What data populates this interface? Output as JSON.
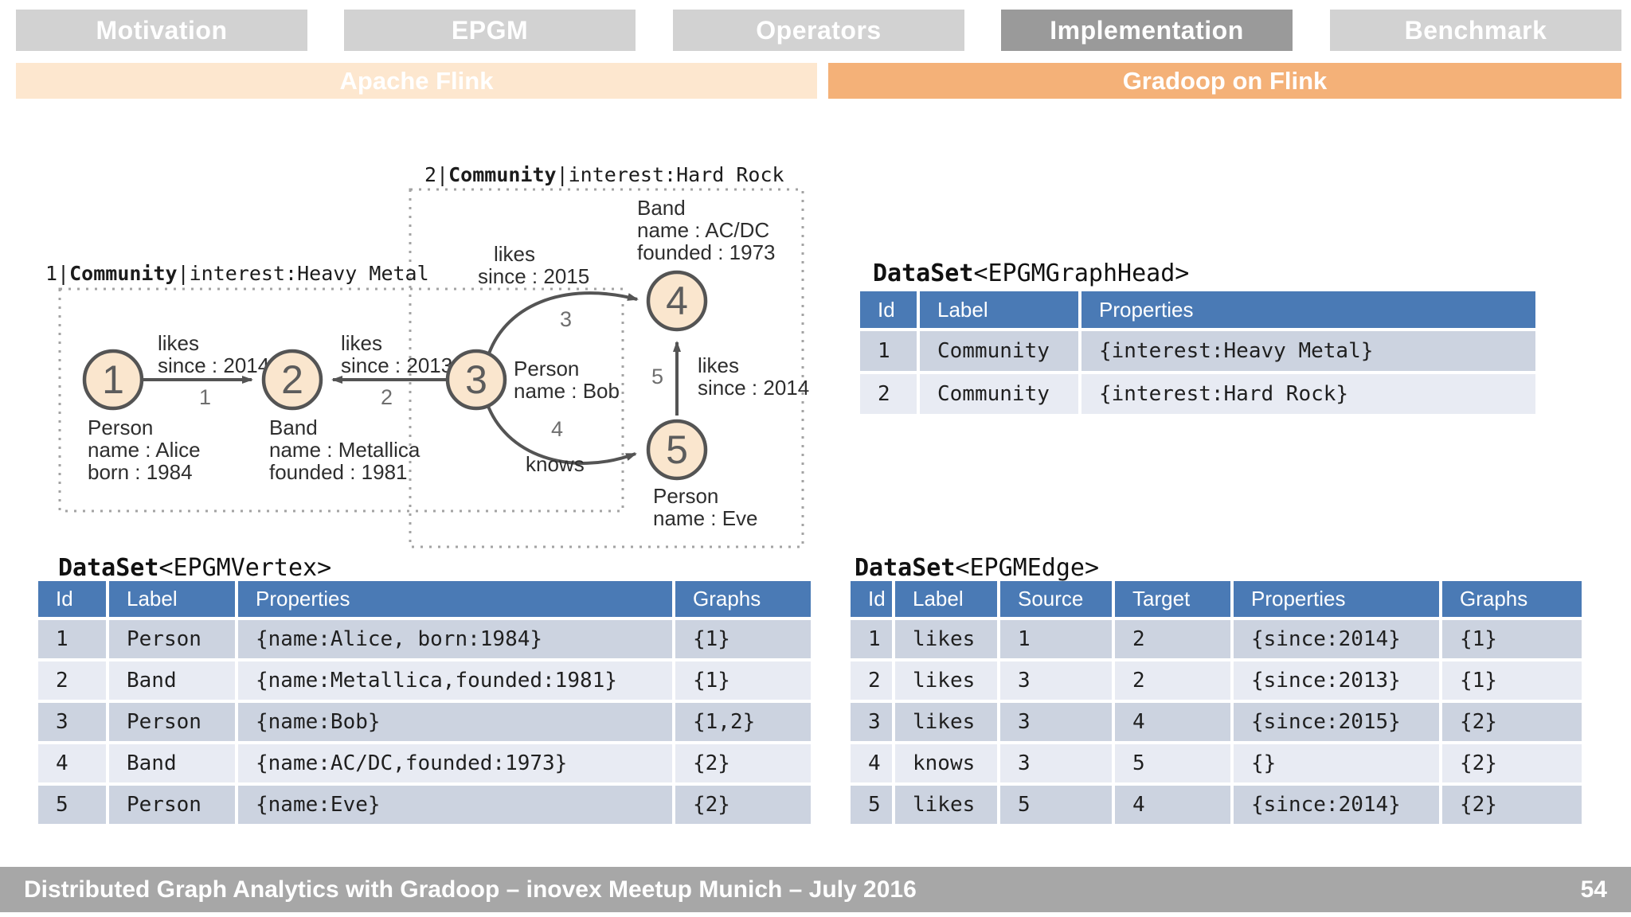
{
  "tabs": {
    "items": [
      {
        "label": "Motivation",
        "active": false
      },
      {
        "label": "EPGM",
        "active": false
      },
      {
        "label": "Operators",
        "active": false
      },
      {
        "label": "Implementation",
        "active": true
      },
      {
        "label": "Benchmark",
        "active": false
      }
    ]
  },
  "subtabs": {
    "left": {
      "label": "Apache Flink",
      "active": false
    },
    "right": {
      "label": "Gradoop on Flink",
      "active": true
    }
  },
  "colors": {
    "tab_inactive": "#d2d2d2",
    "tab_active": "#9a9a9a",
    "subbar_inactive": "#fde7cf",
    "subbar_active": "#f4b178",
    "table_header": "#4a7ab5",
    "row_dark": "#ccd3e0",
    "row_light": "#e8ebf3",
    "node_fill": "#fae6ce",
    "graph_stroke": "#545454",
    "footer": "#a7a7a7"
  },
  "graph": {
    "communities": [
      {
        "num": "1|",
        "bold": "Community",
        "rest": "|interest:Heavy Metal"
      },
      {
        "num": "2|",
        "bold": "Community",
        "rest": "|interest:Hard Rock"
      }
    ],
    "nodes": [
      {
        "num": "1",
        "label": "Person",
        "line1": "name : Alice",
        "line2": "born : 1984"
      },
      {
        "num": "2",
        "label": "Band",
        "line1": "name : Metallica",
        "line2": "founded : 1981"
      },
      {
        "num": "3",
        "label": "Person",
        "line1": "name : Bob"
      },
      {
        "num": "4",
        "label": "Band",
        "line1": "name : AC/DC",
        "line2": "founded : 1973"
      },
      {
        "num": "5",
        "label": "Person",
        "line1": "name : Eve"
      }
    ],
    "edges": [
      {
        "id": "1",
        "label": "likes",
        "prop": "since : 2014"
      },
      {
        "id": "2",
        "label": "likes",
        "prop": "since : 2013"
      },
      {
        "id": "3",
        "label": "likes",
        "prop": "since : 2015"
      },
      {
        "id": "4",
        "label": "knows",
        "prop": ""
      },
      {
        "id": "5",
        "label": "likes",
        "prop": "since : 2014"
      }
    ]
  },
  "graphhead_table": {
    "title_bold": "DataSet",
    "title_rest": "<EPGMGraphHead>",
    "headers": [
      "Id",
      "Label",
      "Properties"
    ],
    "rows": [
      [
        "1",
        "Community",
        "{interest:Heavy Metal}"
      ],
      [
        "2",
        "Community",
        "{interest:Hard Rock}"
      ]
    ]
  },
  "vertex_table": {
    "title_bold": "DataSet",
    "title_rest": "<EPGMVertex>",
    "headers": [
      "Id",
      "Label",
      "Properties",
      "Graphs"
    ],
    "rows": [
      [
        "1",
        "Person",
        "{name:Alice, born:1984}",
        "{1}"
      ],
      [
        "2",
        "Band",
        "{name:Metallica,founded:1981}",
        "{1}"
      ],
      [
        "3",
        "Person",
        "{name:Bob}",
        "{1,2}"
      ],
      [
        "4",
        "Band",
        "{name:AC/DC,founded:1973}",
        "{2}"
      ],
      [
        "5",
        "Person",
        "{name:Eve}",
        "{2}"
      ]
    ]
  },
  "edge_table": {
    "title_bold": "DataSet",
    "title_rest": "<EPGMEdge>",
    "headers": [
      "Id",
      "Label",
      "Source",
      "Target",
      "Properties",
      "Graphs"
    ],
    "rows": [
      [
        "1",
        "likes",
        "1",
        "2",
        "{since:2014}",
        "{1}"
      ],
      [
        "2",
        "likes",
        "3",
        "2",
        "{since:2013}",
        "{1}"
      ],
      [
        "3",
        "likes",
        "3",
        "4",
        "{since:2015}",
        "{2}"
      ],
      [
        "4",
        "knows",
        "3",
        "5",
        "{}",
        "{2}"
      ],
      [
        "5",
        "likes",
        "5",
        "4",
        "{since:2014}",
        "{2}"
      ]
    ]
  },
  "footer": {
    "title": "Distributed Graph Analytics with Gradoop – inovex Meetup Munich – July 2016",
    "page": "54"
  }
}
